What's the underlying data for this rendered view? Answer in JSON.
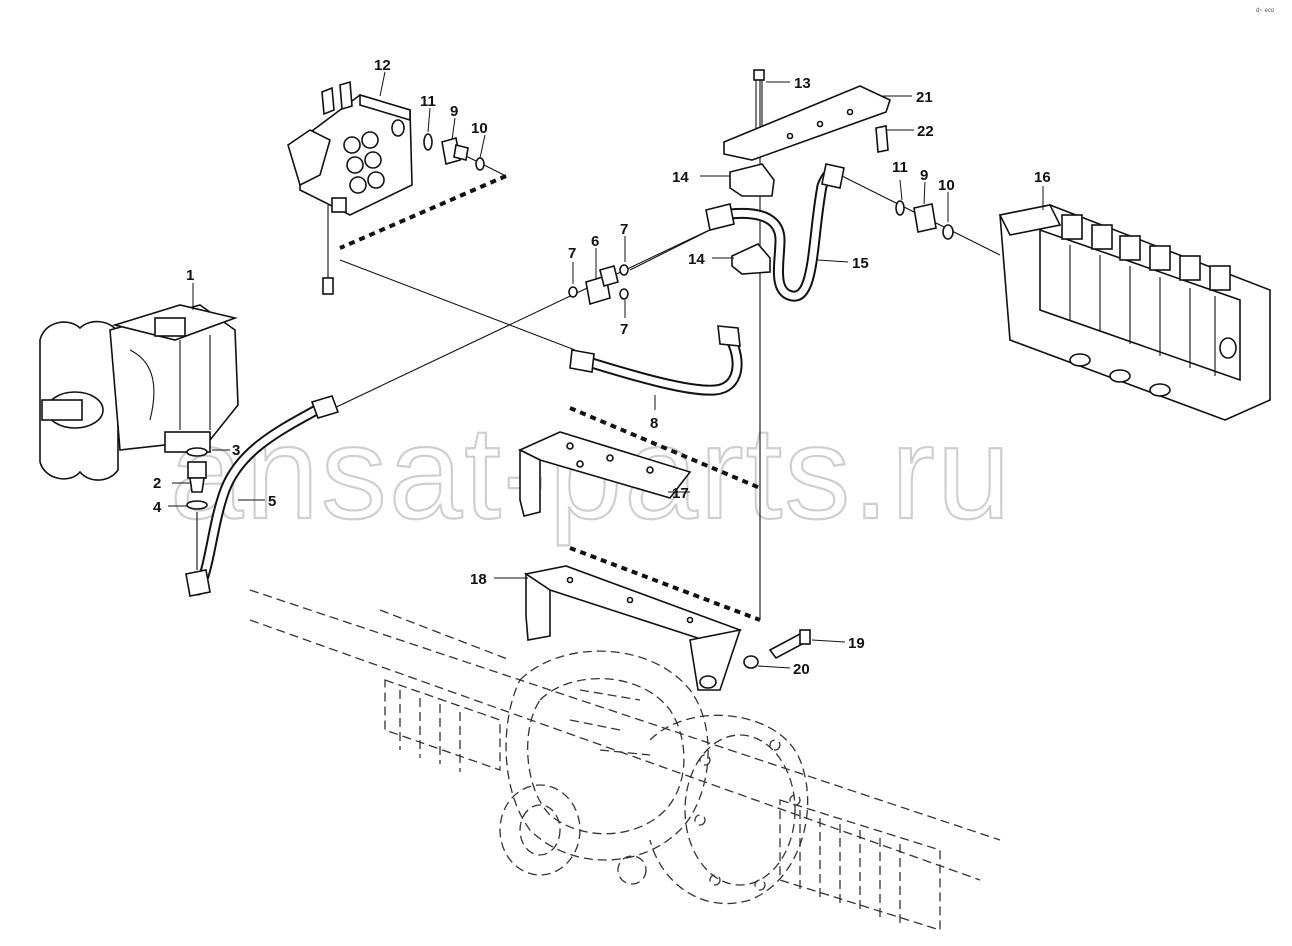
{
  "corner_code": "d~ eco",
  "watermark": "ansat-parts.ru",
  "callouts": [
    {
      "id": "c1",
      "text": "1"
    },
    {
      "id": "c2",
      "text": "2"
    },
    {
      "id": "c3",
      "text": "3"
    },
    {
      "id": "c4",
      "text": "4"
    },
    {
      "id": "c5",
      "text": "5"
    },
    {
      "id": "c6",
      "text": "6"
    },
    {
      "id": "c7a",
      "text": "7"
    },
    {
      "id": "c7b",
      "text": "7"
    },
    {
      "id": "c7c",
      "text": "7"
    },
    {
      "id": "c8",
      "text": "8"
    },
    {
      "id": "c9a",
      "text": "9"
    },
    {
      "id": "c9b",
      "text": "9"
    },
    {
      "id": "c10a",
      "text": "10"
    },
    {
      "id": "c10b",
      "text": "10"
    },
    {
      "id": "c11a",
      "text": "11"
    },
    {
      "id": "c11b",
      "text": "11"
    },
    {
      "id": "c12",
      "text": "12"
    },
    {
      "id": "c13",
      "text": "13"
    },
    {
      "id": "c14a",
      "text": "14"
    },
    {
      "id": "c14b",
      "text": "14"
    },
    {
      "id": "c15",
      "text": "15"
    },
    {
      "id": "c16",
      "text": "16"
    },
    {
      "id": "c17",
      "text": "17"
    },
    {
      "id": "c18",
      "text": "18"
    },
    {
      "id": "c19",
      "text": "19"
    },
    {
      "id": "c20",
      "text": "20"
    },
    {
      "id": "c21",
      "text": "21"
    },
    {
      "id": "c22",
      "text": "22"
    }
  ]
}
